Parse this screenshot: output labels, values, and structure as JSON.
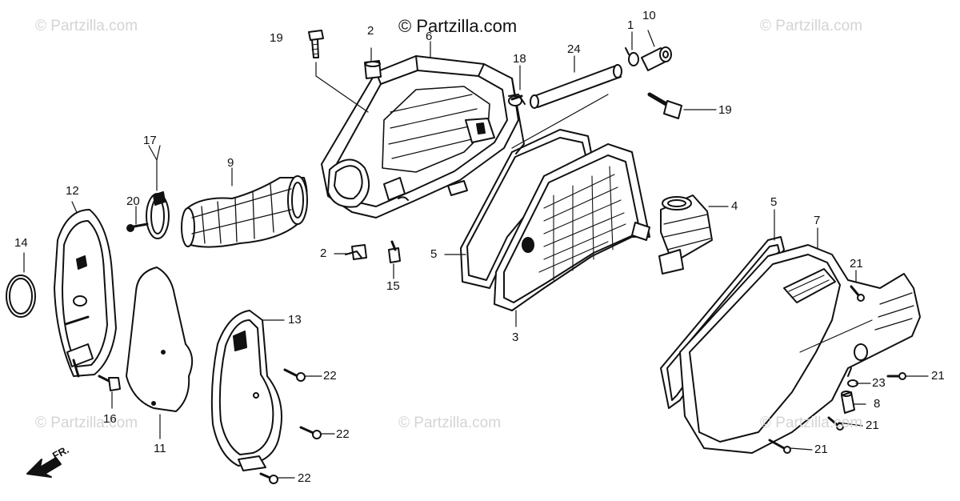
{
  "watermarks": {
    "main": "© Partzilla.com",
    "faded": "© Partzilla.com"
  },
  "direction_label": "FR.",
  "callouts": {
    "c19a": "19",
    "c2a": "2",
    "c6": "6",
    "c18": "18",
    "c24": "24",
    "c1": "1",
    "c10": "10",
    "c19b": "19",
    "c17": "17",
    "c9": "9",
    "c12": "12",
    "c20": "20",
    "c14": "14",
    "c2b": "2",
    "c15": "15",
    "c5a": "5",
    "c3": "3",
    "c4": "4",
    "c5b": "5",
    "c7": "7",
    "c21a": "21",
    "c13": "13",
    "c22a": "22",
    "c16": "16",
    "c11": "11",
    "c22b": "22",
    "c22c": "22",
    "c23": "23",
    "c21b": "21",
    "c8": "8",
    "c21c": "21",
    "c21d": "21"
  },
  "colors": {
    "ink": "#111111",
    "watermark": "#d4d4d4",
    "background": "#ffffff"
  }
}
